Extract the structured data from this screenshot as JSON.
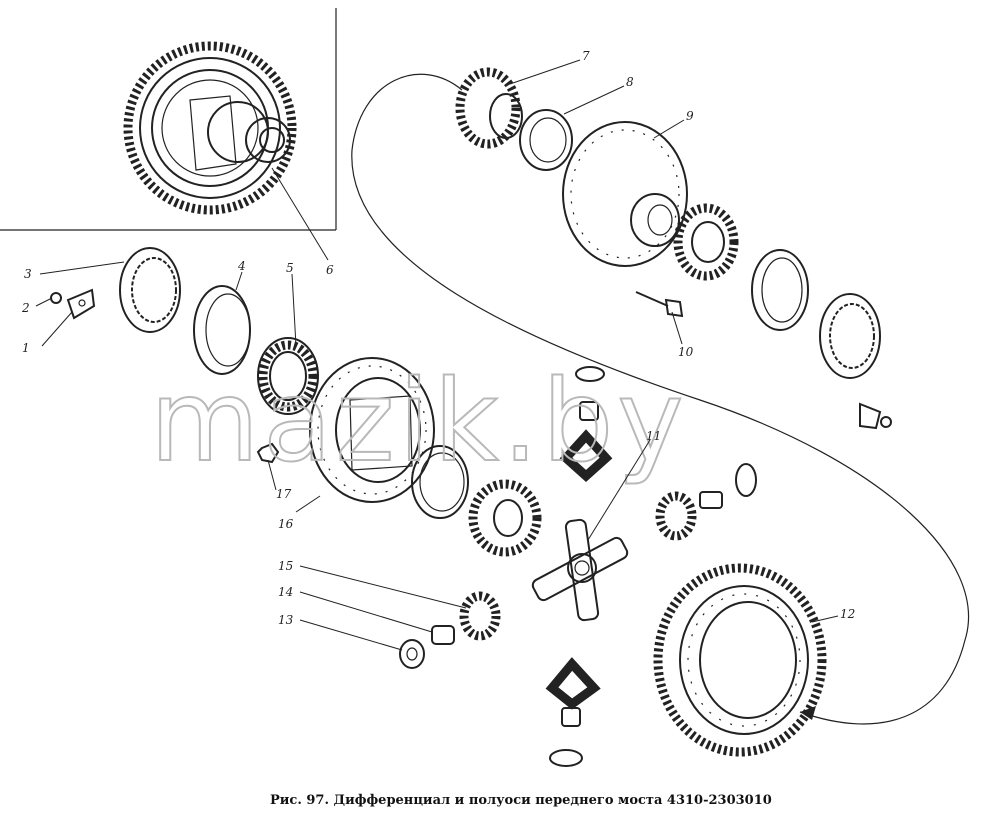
{
  "caption": "Рис. 97. Дифференциал и полуоси переднего моста 4310-2303010",
  "watermark": "mazik.by",
  "callouts": [
    "1",
    "2",
    "3",
    "4",
    "5",
    "6",
    "7",
    "8",
    "9",
    "10",
    "11",
    "12",
    "13",
    "14",
    "15",
    "16",
    "17"
  ]
}
